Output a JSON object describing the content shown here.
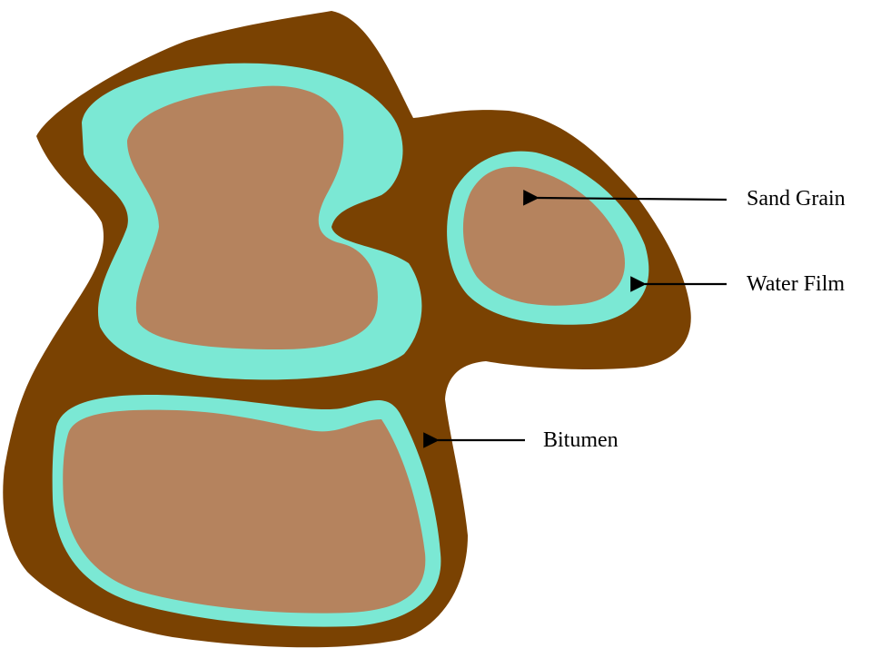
{
  "colors": {
    "bitumen": "#7a4202",
    "water_film": "#7be8d4",
    "sand_grain": "#b5835e",
    "arrow": "#000000",
    "background": "#ffffff"
  },
  "labels": {
    "sand_grain": "Sand Grain",
    "water_film": "Water Film",
    "bitumen": "Bitumen"
  }
}
